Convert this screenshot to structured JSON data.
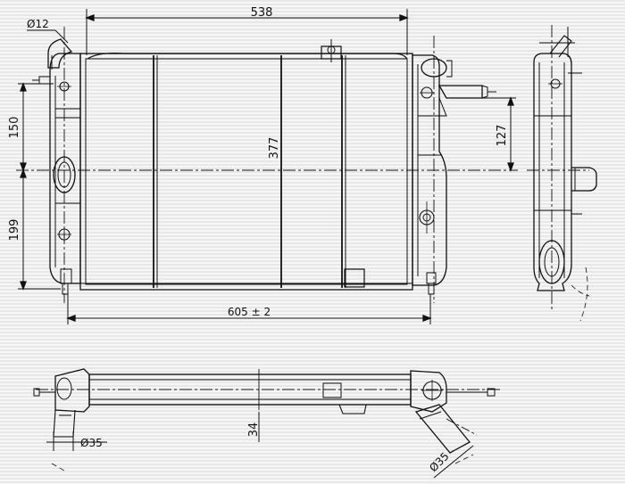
{
  "dimensions": {
    "width_top": "538",
    "pipe_top": "Ø12",
    "left_upper": "150",
    "left_lower": "199",
    "core_height": "377",
    "right_height": "127",
    "overall_width": "605 ± 2",
    "depth": "34",
    "pipe_left": "Ø35",
    "pipe_right": "Ø35"
  },
  "colors": {
    "line": "#111111",
    "background": "#f4f4f4",
    "scanline": "#dcdcdc"
  },
  "views": [
    "front-view",
    "side-view",
    "top-view"
  ]
}
